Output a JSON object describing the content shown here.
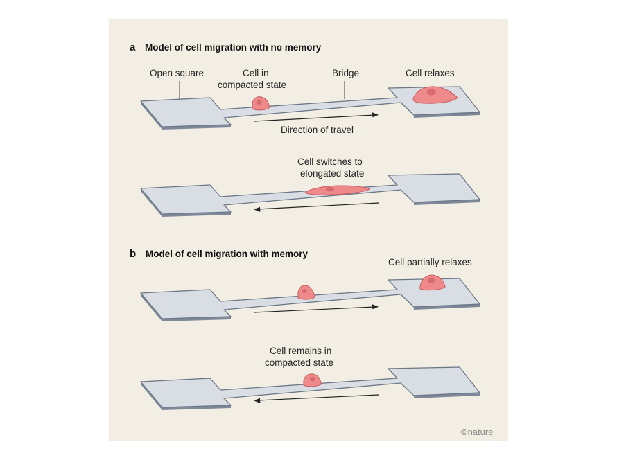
{
  "panel_a": {
    "letter": "a",
    "title": "Model of cell migration with no memory",
    "labels": {
      "open_square": "Open square",
      "cell_line1": "Cell in",
      "cell_line2": "compacted state",
      "bridge": "Bridge",
      "cell_relaxes": "Cell relaxes",
      "direction": "Direction of travel",
      "switch_line1": "Cell switches to",
      "switch_line2": "elongated state"
    }
  },
  "panel_b": {
    "letter": "b",
    "title": "Model of cell migration with memory",
    "labels": {
      "partially_relaxes": "Cell partially relaxes",
      "remains_line1": "Cell remains in",
      "remains_line2": "compacted state"
    }
  },
  "credit": "©nature",
  "colors": {
    "background": "#f3eee3",
    "track_top": "#d9dde4",
    "track_edge": "#6b7686",
    "cell_fill": "#ef8a8a",
    "cell_stroke": "#c95a62",
    "nucleus": "#d96a72"
  }
}
